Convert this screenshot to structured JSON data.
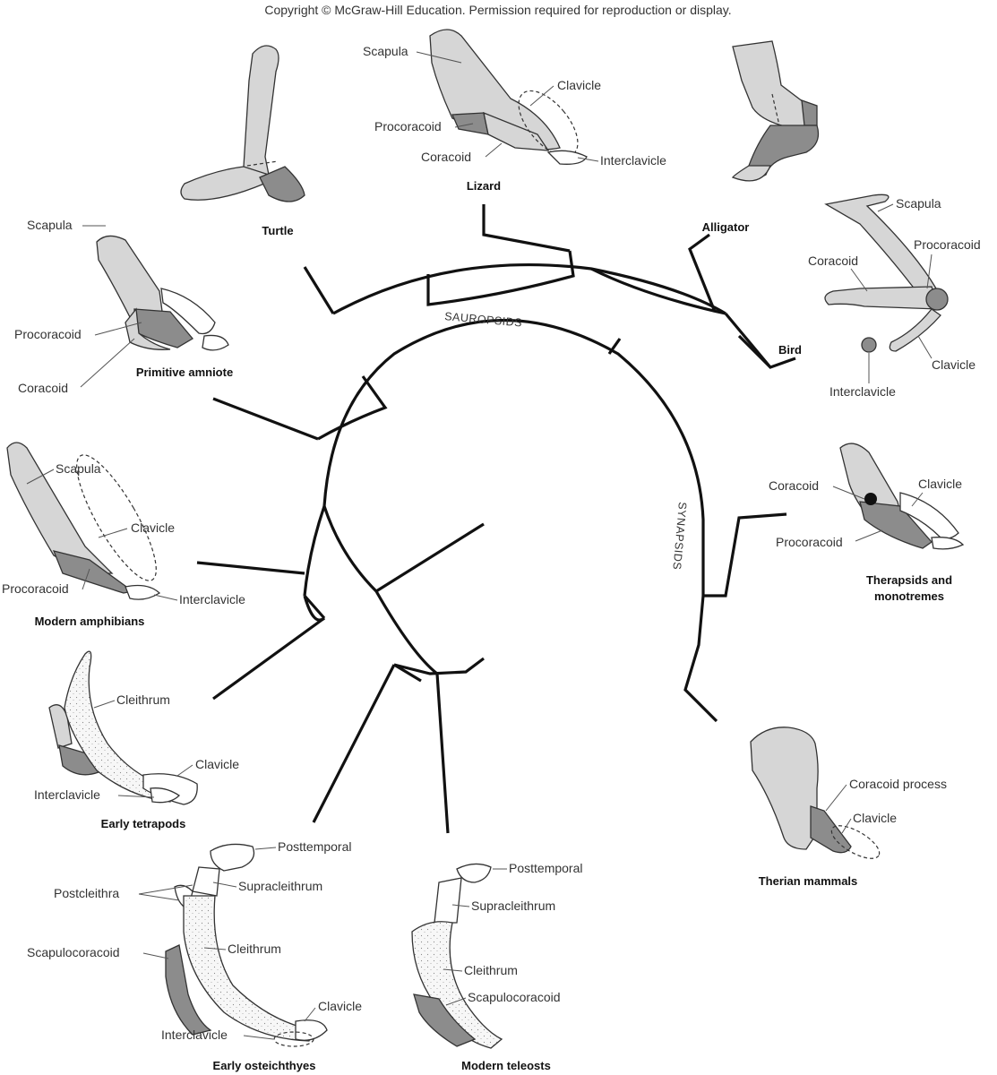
{
  "copyright": "Copyright © McGraw-Hill Education. Permission required for reproduction or display.",
  "clades": {
    "sauropsids": "SAUROPSIDS",
    "synapsids": "SYNAPSIDS"
  },
  "taxa": {
    "turtle": "Turtle",
    "lizard": "Lizard",
    "alligator": "Alligator",
    "bird": "Bird",
    "primitive_amniote": "Primitive amniote",
    "therapsids_line1": "Therapsids and",
    "therapsids_line2": "monotremes",
    "modern_amphibians": "Modern amphibians",
    "early_tetrapods": "Early tetrapods",
    "therian_mammals": "Therian mammals",
    "early_osteichthyes": "Early osteichthyes",
    "modern_teleosts": "Modern teleosts"
  },
  "labels": {
    "lizard_scapula": "Scapula",
    "lizard_clavicle": "Clavicle",
    "lizard_procoracoid": "Procoracoid",
    "lizard_coracoid": "Coracoid",
    "lizard_interclavicle": "Interclavicle",
    "bird_scapula": "Scapula",
    "bird_coracoid": "Coracoid",
    "bird_procoracoid": "Procoracoid",
    "bird_clavicle": "Clavicle",
    "bird_interclavicle": "Interclavicle",
    "amniote_scapula": "Scapula",
    "amniote_procoracoid": "Procoracoid",
    "amniote_coracoid": "Coracoid",
    "therapsid_coracoid": "Coracoid",
    "therapsid_clavicle": "Clavicle",
    "therapsid_procoracoid": "Procoracoid",
    "amphibian_scapula": "Scapula",
    "amphibian_clavicle": "Clavicle",
    "amphibian_procoracoid": "Procoracoid",
    "amphibian_interclavicle": "Interclavicle",
    "tetrapod_cleithrum": "Cleithrum",
    "tetrapod_clavicle": "Clavicle",
    "tetrapod_interclavicle": "Interclavicle",
    "therian_coracoid_process": "Coracoid process",
    "therian_clavicle": "Clavicle",
    "osteich_posttemporal": "Posttemporal",
    "osteich_postcleithra": "Postcleithra",
    "osteich_supracleithrum": "Supracleithrum",
    "osteich_scapulocoracoid": "Scapulocoracoid",
    "osteich_cleithrum": "Cleithrum",
    "osteich_clavicle": "Clavicle",
    "osteich_interclavicle": "Interclavicle",
    "teleost_posttemporal": "Posttemporal",
    "teleost_supracleithrum": "Supracleithrum",
    "teleost_cleithrum": "Cleithrum",
    "teleost_scapulocoracoid": "Scapulocoracoid"
  },
  "colors": {
    "bone_light": "#d6d6d6",
    "bone_dark": "#8c8c8c",
    "tree": "#111111"
  }
}
